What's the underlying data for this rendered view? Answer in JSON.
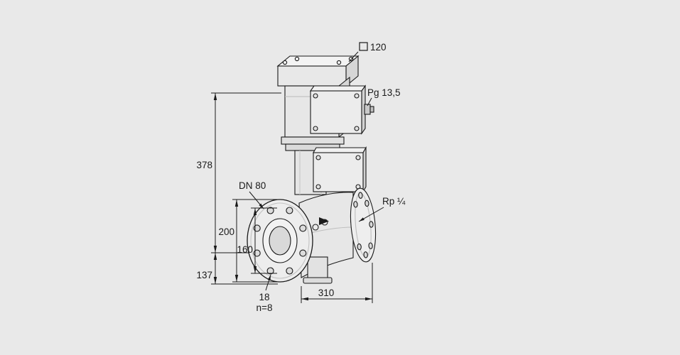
{
  "colors": {
    "background": "#e9e9e9",
    "line": "#1a1a1a"
  },
  "diagram": {
    "type": "technical-dimension-drawing",
    "subject": "motorized flanged valve with actuator",
    "labels": {
      "size_120": "120",
      "pg": "Pg 13,5",
      "h378": "378",
      "dn": "DN 80",
      "d200": "200",
      "d160": "160",
      "h137": "137",
      "hole18": "18",
      "n8": "n=8",
      "l310": "310",
      "rp": "Rp ¼"
    }
  }
}
